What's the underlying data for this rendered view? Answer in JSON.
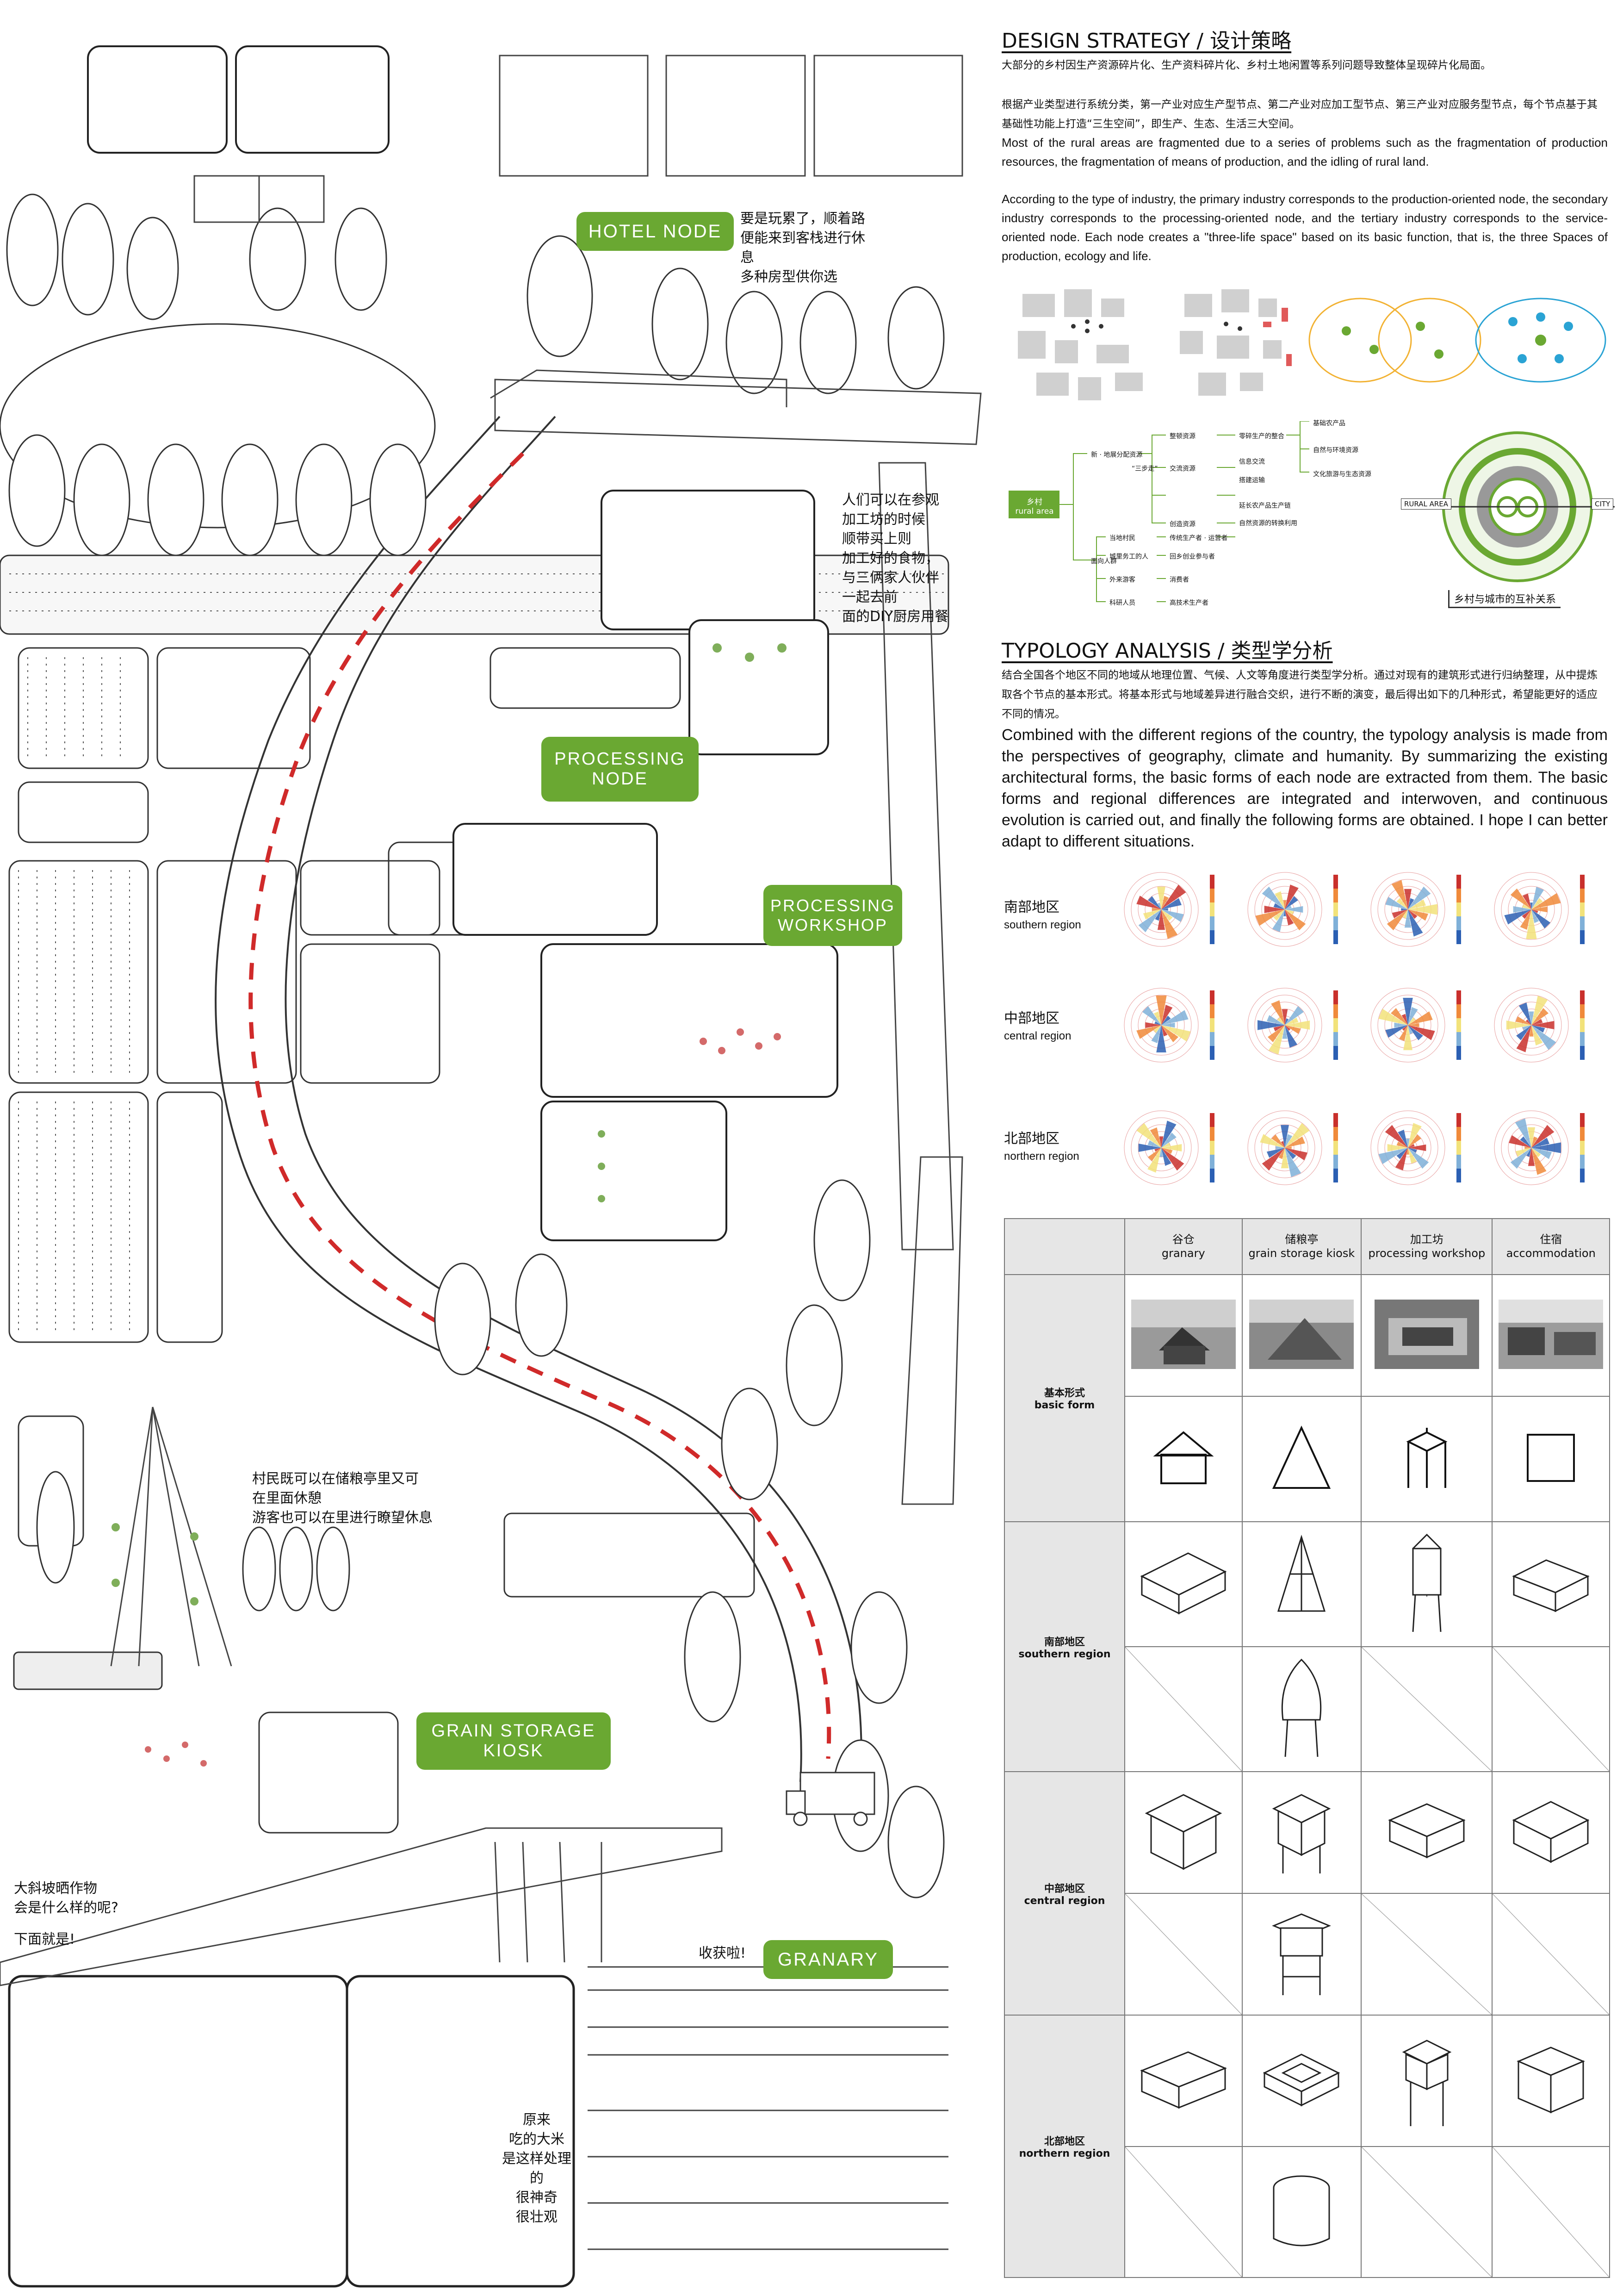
{
  "illustration": {
    "tags": {
      "hotel_node": "HOTEL NODE",
      "processing_node_1": "PROCESSING",
      "processing_node_2": "NODE",
      "processing_workshop_1": "PROCESSING",
      "processing_workshop_2": "WORKSHOP",
      "grain_kiosk_1": "GRAIN STORAGE",
      "grain_kiosk_2": "KIOSK",
      "granary": "GRANARY"
    },
    "notes": {
      "hotel": [
        "要是玩累了，顺着路",
        "便能来到客栈进行休息",
        "多种房型供你选"
      ],
      "processing": [
        "人们可以在参观",
        "加工坊的时候",
        "顺带买上则",
        "加工好的食物，",
        "与三俩家人伙伴",
        "一起去前",
        "面的DIY厨房用餐"
      ],
      "kiosk": [
        "村民既可以在储粮亭里又可",
        "在里面休憩",
        "游客也可以在里进行瞭望休息"
      ],
      "slope": [
        "大斜坡晒作物",
        "会是什么样的呢?"
      ],
      "below": "下面就是!",
      "harvest": "收获啦!",
      "rice": [
        "原来",
        "吃的大米",
        "是这样处理的",
        "很神奇",
        "很壮观"
      ]
    }
  },
  "design_strategy": {
    "title": "DESIGN STRATEGY / 设计策略",
    "cn_1": "大部分的乡村因生产资源碎片化、生产资料碎片化、乡村土地闲置等系列问题导致整体呈现碎片化局面。",
    "cn_2": "根据产业类型进行系统分类，第一产业对应生产型节点、第二产业对应加工型节点、第三产业对应服务型节点，每个节点基于其基础性功能上打造“三生空间”，即生产、生态、生活三大空间。",
    "en_1": "Most of the rural areas are fragmented due to a series of problems such as the fragmentation of production resources, the fragmentation of means of production, and the idling of rural land.",
    "en_2": "According to the type of industry, the primary industry corresponds to the production-oriented node, the secondary industry corresponds to the processing-oriented node, and the tertiary industry corresponds to the service-oriented node. Each node creates a \"three-life space\" based on its basic function, that is, the three Spaces of production, ecology and life.",
    "mindmap": {
      "root": "乡村",
      "root_en": "rural area",
      "b1": "新 · 地展分配资源",
      "b1_mid": "“三步走”",
      "b2": "面向人群",
      "b1_items": [
        "整顿资源",
        "交流资源",
        "创造资源"
      ],
      "b1_sub": [
        "零碎生产的整合",
        "信息交流",
        "搭建运输",
        "延长农产品生产链",
        "自然资源的转换利用"
      ],
      "b1_far": [
        "基础农产品",
        "自然与环境资源",
        "文化旅游与生态资源"
      ],
      "b2_items": [
        "当地村民",
        "城里务工的人",
        "外来游客",
        "科研人员"
      ],
      "b2_sub": [
        "传统生产者 · 运营者",
        "回乡创业参与者",
        "消费者",
        "高技术生产者"
      ]
    },
    "ring": {
      "rural": "RURAL AREA",
      "city": "CITY",
      "caption": "乡村与城市的互补关系"
    }
  },
  "typology": {
    "title": "TYPOLOGY ANALYSIS / 类型学分析",
    "cn": "结合全国各个地区不同的地域从地理位置、气候、人文等角度进行类型学分析。通过对现有的建筑形式进行归纳整理，从中提炼取各个节点的基本形式。将基本形式与地域差异进行融合交织，进行不断的演变，最后得出如下的几种形式，希望能更好的适应不同的情况。",
    "en": "Combined with the different regions of the country, the typology analysis is made from the perspectives of geography, climate and humanity. By summarizing the existing architectural forms, the basic forms of each node are extracted from them. The basic forms and regional differences are integrated and interwoven, and continuous evolution is carried out, and finally the following forms are obtained. I hope I can better adapt to different situations.",
    "regions": [
      {
        "cn": "南部地区",
        "en": "southern region"
      },
      {
        "cn": "中部地区",
        "en": "central region"
      },
      {
        "cn": "北部地区",
        "en": "northern region"
      }
    ]
  },
  "table": {
    "columns": [
      {
        "cn": "谷仓",
        "en": "granary"
      },
      {
        "cn": "储粮亭",
        "en": "grain storage kiosk"
      },
      {
        "cn": "加工坊",
        "en": "processing workshop"
      },
      {
        "cn": "住宿",
        "en": "accommodation"
      }
    ],
    "rows": [
      {
        "cn": "基本形式",
        "en": "basic form"
      },
      {
        "cn": "南部地区",
        "en": "southern region"
      },
      {
        "cn": "中部地区",
        "en": "central region"
      },
      {
        "cn": "北部地区",
        "en": "northern region"
      }
    ]
  },
  "colors": {
    "accent_green": "#6aa832",
    "path_red": "#d02a2a",
    "table_header_gray": "#e6e6e6"
  },
  "rose_counts": [
    4,
    4,
    4
  ]
}
